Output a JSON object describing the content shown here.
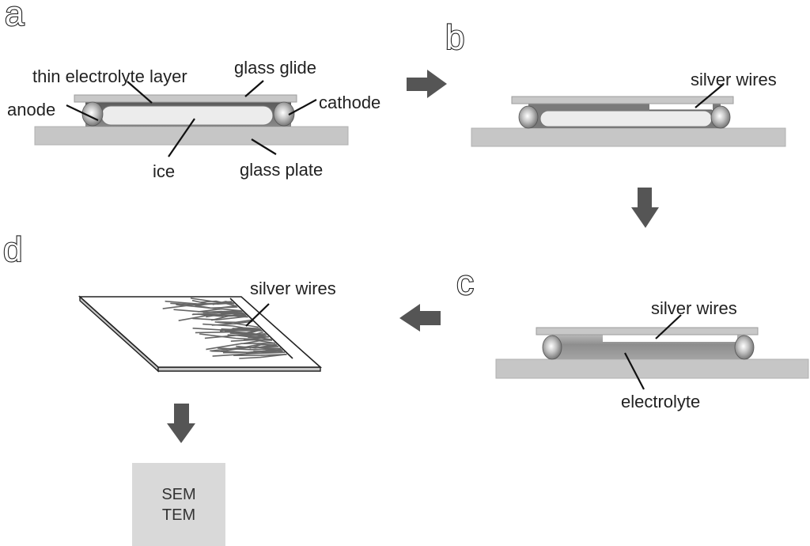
{
  "figure": {
    "panels": {
      "a": {
        "letter": "a",
        "labels": {
          "thin_electrolyte_layer": "thin electrolyte layer",
          "glass_glide": "glass glide",
          "anode": "anode",
          "cathode": "cathode",
          "ice": "ice",
          "glass_plate": "glass plate"
        }
      },
      "b": {
        "letter": "b",
        "labels": {
          "silver_wires": "silver wires"
        }
      },
      "c": {
        "letter": "c",
        "labels": {
          "silver_wires": "silver wires",
          "electrolyte": "electrolyte"
        }
      },
      "d": {
        "letter": "d",
        "labels": {
          "silver_wires": "silver wires"
        }
      }
    },
    "analysis_box": {
      "line1": "SEM",
      "line2": "TEM"
    },
    "flow": [
      "a",
      "b",
      "c",
      "d",
      "SEM/TEM"
    ],
    "colors": {
      "arrow": "#555555",
      "glass": "#c6c6c6",
      "ice": "#ececec",
      "electrolyte": "#8a8a8a",
      "analysis_box": "#d9d9d9"
    }
  }
}
